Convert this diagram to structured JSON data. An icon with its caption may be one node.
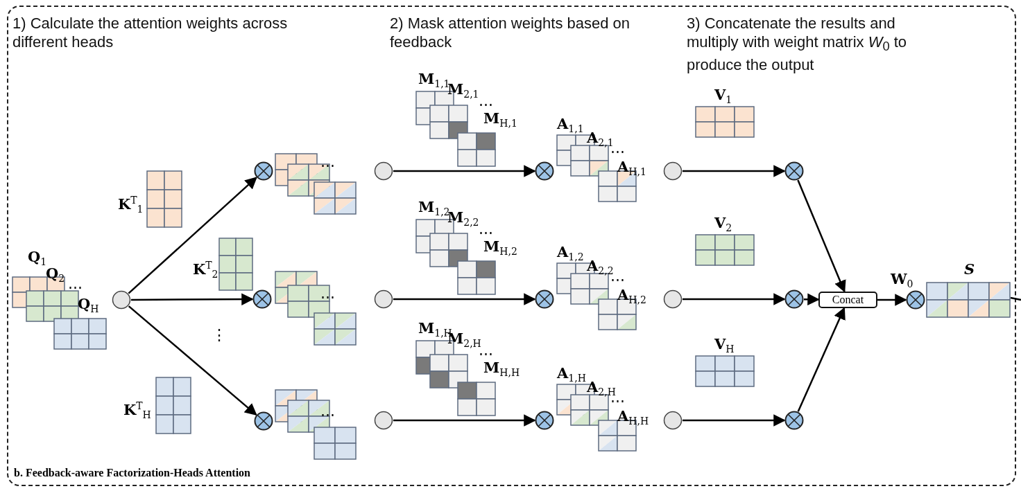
{
  "diagram": {
    "nodes": [
      {
        "text": [
          "b. Feedback-aware Factorization-Heads Attention"
        ]
      },
      {
        "text": [
          "**Q**$_{1}$",
          "**Q**$_{2}$",
          "⋯",
          "**Q**$_{H}$"
        ],
        "in": 0
      },
      {
        "text": [],
        "shape": "circle",
        "in": 0
      },
      {
        "text": [
          "**K**$^{T}$$_{1}$"
        ],
        "in": 0
      },
      {
        "text": [
          "**K**$^{T}$$_{2}$"
        ],
        "in": 0
      },
      {
        "text": [
          "**K**$^{T}$$_{H}$"
        ],
        "in": 0
      },
      {
        "text": [],
        "shape": "multiply",
        "in": 0
      },
      {
        "text": [],
        "shape": "multiply",
        "in": 0
      },
      {
        "text": [],
        "shape": "multiply",
        "in": 0
      },
      {
        "text": [
          "⋯"
        ],
        "in": 0
      },
      {
        "text": [
          "⋯"
        ],
        "in": 0
      },
      {
        "text": [
          "⋯"
        ],
        "in": 0
      },
      {
        "text": [],
        "shape": "circle",
        "in": 0
      },
      {
        "text": [
          "**M**$_{1,1}$",
          "**M**$_{2,1}$",
          "⋯",
          "**M**$_{H,1}$"
        ],
        "in": 0
      },
      {
        "text": [],
        "shape": "multiply",
        "in": 0
      },
      {
        "text": [
          "**A**$_{1,1}$",
          "**A**$_{2,1}$",
          "⋯",
          "**A**$_{H,1}$"
        ],
        "in": 0
      },
      {
        "text": [],
        "shape": "circle",
        "in": 0
      },
      {
        "text": [
          "**V**$_{1}$"
        ],
        "in": 0
      },
      {
        "text": [],
        "shape": "multiply",
        "in": 0
      },
      {
        "text": [],
        "shape": "circle",
        "in": 0
      },
      {
        "text": [
          "**M**$_{1,2}$",
          "**M**$_{2,2}$",
          "⋯",
          "**M**$_{H,2}$"
        ],
        "in": 0
      },
      {
        "text": [],
        "shape": "multiply",
        "in": 0
      },
      {
        "text": [
          "**A**$_{1,2}$",
          "**A**$_{2,2}$",
          "⋯",
          "**A**$_{H,2}$"
        ],
        "in": 0
      },
      {
        "text": [],
        "shape": "circle",
        "in": 0
      },
      {
        "text": [
          "**V**$_{2}$"
        ],
        "in": 0
      },
      {
        "text": [],
        "shape": "multiply",
        "in": 0
      },
      {
        "text": [],
        "shape": "circle",
        "in": 0
      },
      {
        "text": [
          "**M**$_{1,H}$",
          "**M**$_{2,H}$",
          "⋯",
          "**M**$_{H,H}$"
        ],
        "in": 0
      },
      {
        "text": [],
        "shape": "multiply",
        "in": 0
      },
      {
        "text": [
          "**A**$_{1,H}$",
          "**A**$_{2,H}$",
          "⋯",
          "**A**$_{H,H}$"
        ],
        "in": 0
      },
      {
        "text": [],
        "shape": "circle",
        "in": 0
      },
      {
        "text": [
          "**V**$_{H}$"
        ],
        "in": 0
      },
      {
        "text": [],
        "shape": "multiply",
        "in": 0
      },
      {
        "text": [
          "Concat"
        ],
        "in": 0
      },
      {
        "text": [],
        "shape": "multiply",
        "beside": [
          "**W**$_{0}$"
        ],
        "in": 0
      },
      {
        "text": [
          "S"
        ],
        "in": 0
      }
    ],
    "edges": [
      {
        "from": 2,
        "to": 6,
        "arrow": "to"
      },
      {
        "from": 2,
        "to": 7,
        "arrow": "to"
      },
      {
        "from": 2,
        "to": 8,
        "arrow": "to"
      },
      {
        "from": 12,
        "to": 14,
        "arrow": "to"
      },
      {
        "from": 16,
        "to": 18,
        "arrow": "to"
      },
      {
        "from": 18,
        "to": 33,
        "arrow": "to"
      },
      {
        "from": 19,
        "to": 21,
        "arrow": "to"
      },
      {
        "from": 23,
        "to": 25,
        "arrow": "to"
      },
      {
        "from": 25,
        "to": 33,
        "arrow": "to"
      },
      {
        "from": 26,
        "to": 28,
        "arrow": "to"
      },
      {
        "from": 30,
        "to": 32,
        "arrow": "to"
      },
      {
        "from": 32,
        "to": 33,
        "arrow": "to"
      },
      {
        "from": 33,
        "to": 34,
        "arrow": "to"
      },
      {
        "from": 35,
        "to": null,
        "arrow": "none"
      }
    ],
    "labels": [
      "1) Calculate the attention weights across different heads",
      "2) Mask attention weights based on feedback",
      "3) Concatenate the results and multiply with weight matrix *W*$_{0}$ to produce the output",
      "⋮"
    ]
  }
}
